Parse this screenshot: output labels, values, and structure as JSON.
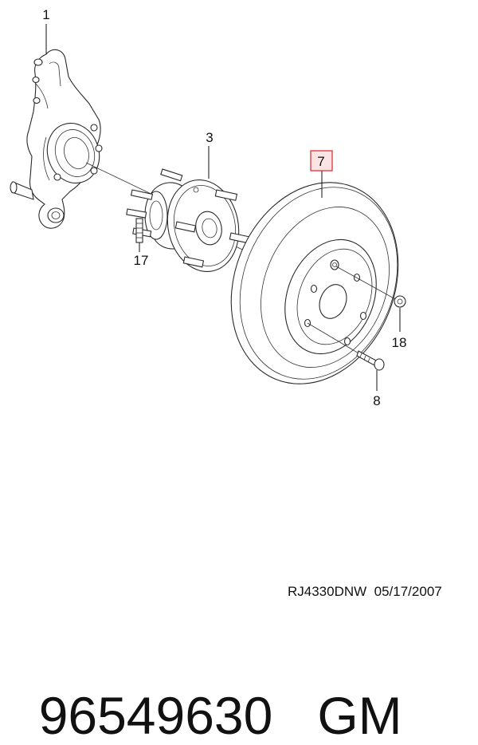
{
  "diagram": {
    "callouts": [
      {
        "id": "c1",
        "label": "1"
      },
      {
        "id": "c3",
        "label": "3"
      },
      {
        "id": "c7",
        "label": "7",
        "highlighted": true
      },
      {
        "id": "c17",
        "label": "17"
      },
      {
        "id": "c18",
        "label": "18"
      },
      {
        "id": "c8",
        "label": "8"
      }
    ],
    "highlight_color": "#d9232a",
    "highlight_fill": "#fbe3e4"
  },
  "footer": {
    "doc_code": "RJ4330DNW  05/17/2007",
    "part_number": "96549630",
    "brand": "GM"
  }
}
